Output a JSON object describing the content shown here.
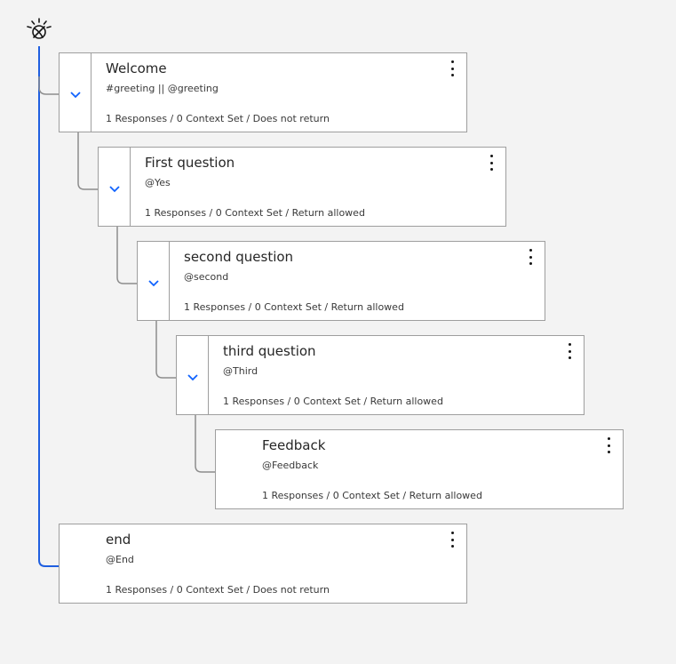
{
  "icons": {
    "logo": "watson-assistant-icon",
    "expand": "chevron-down-icon",
    "menu": "overflow-menu-icon"
  },
  "colors": {
    "tree_line": "#1f5fe0",
    "connector": "#8d8d8d"
  },
  "nodes": [
    {
      "title": "Welcome",
      "condition": "#greeting || @greeting",
      "meta": "1 Responses / 0 Context Set / Does not return"
    },
    {
      "title": "First question",
      "condition": "@Yes",
      "meta": "1 Responses / 0 Context Set / Return allowed"
    },
    {
      "title": "second question",
      "condition": "@second",
      "meta": "1 Responses / 0 Context Set / Return allowed"
    },
    {
      "title": "third question",
      "condition": "@Third",
      "meta": "1 Responses / 0 Context Set / Return allowed"
    },
    {
      "title": "Feedback",
      "condition": "@Feedback",
      "meta": "1 Responses / 0 Context Set / Return allowed"
    },
    {
      "title": "end",
      "condition": "@End",
      "meta": "1 Responses / 0 Context Set / Does not return"
    }
  ]
}
